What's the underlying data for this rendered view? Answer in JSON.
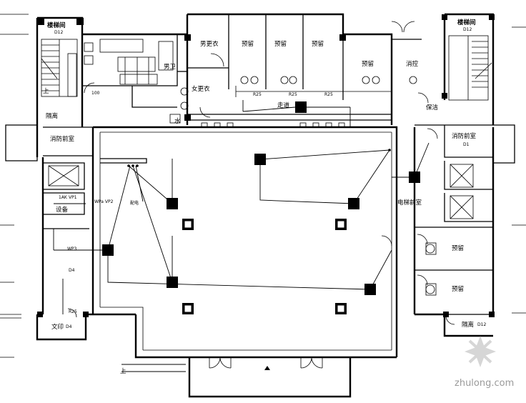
{
  "labels": {
    "stair_left": "楼梯间",
    "stair_left_code": "D12",
    "stair_right": "楼梯间",
    "stair_right_code": "D12",
    "men_changing": "男更衣",
    "women_changing": "女更衣",
    "men_toilet": "男卫",
    "water": "水",
    "corridor": "走道",
    "reserved_1": "预留",
    "reserved_2": "预留",
    "reserved_3": "预留",
    "reserved_4": "预留",
    "reserved_5": "预留",
    "reserved_6": "预留",
    "fire_control": "消控",
    "cleaning": "保洁",
    "isolation_left": "隔离",
    "isolation_right": "隔离",
    "isolation_right_code": "D12",
    "fire_front_left": "消防前室",
    "fire_front_right": "消防前室",
    "fire_front_right_code": "D1",
    "elevator_lobby": "电梯前室",
    "equipment": "设备",
    "d4": "D4",
    "copy_room": "文印",
    "copy_room_code": "D4",
    "up_left": "上",
    "up_bottom": "上",
    "vp1": "VP1",
    "vp2": "WPa VP2",
    "wp3": "WP3",
    "neijing": "配电",
    "r25_a": "R25",
    "r25_b": "R25",
    "r25_c": "R25",
    "r25_d": "R25",
    "tag_100": "100",
    "tag_1ak": "1AK"
  },
  "watermark": {
    "text": "zhulong.com"
  }
}
